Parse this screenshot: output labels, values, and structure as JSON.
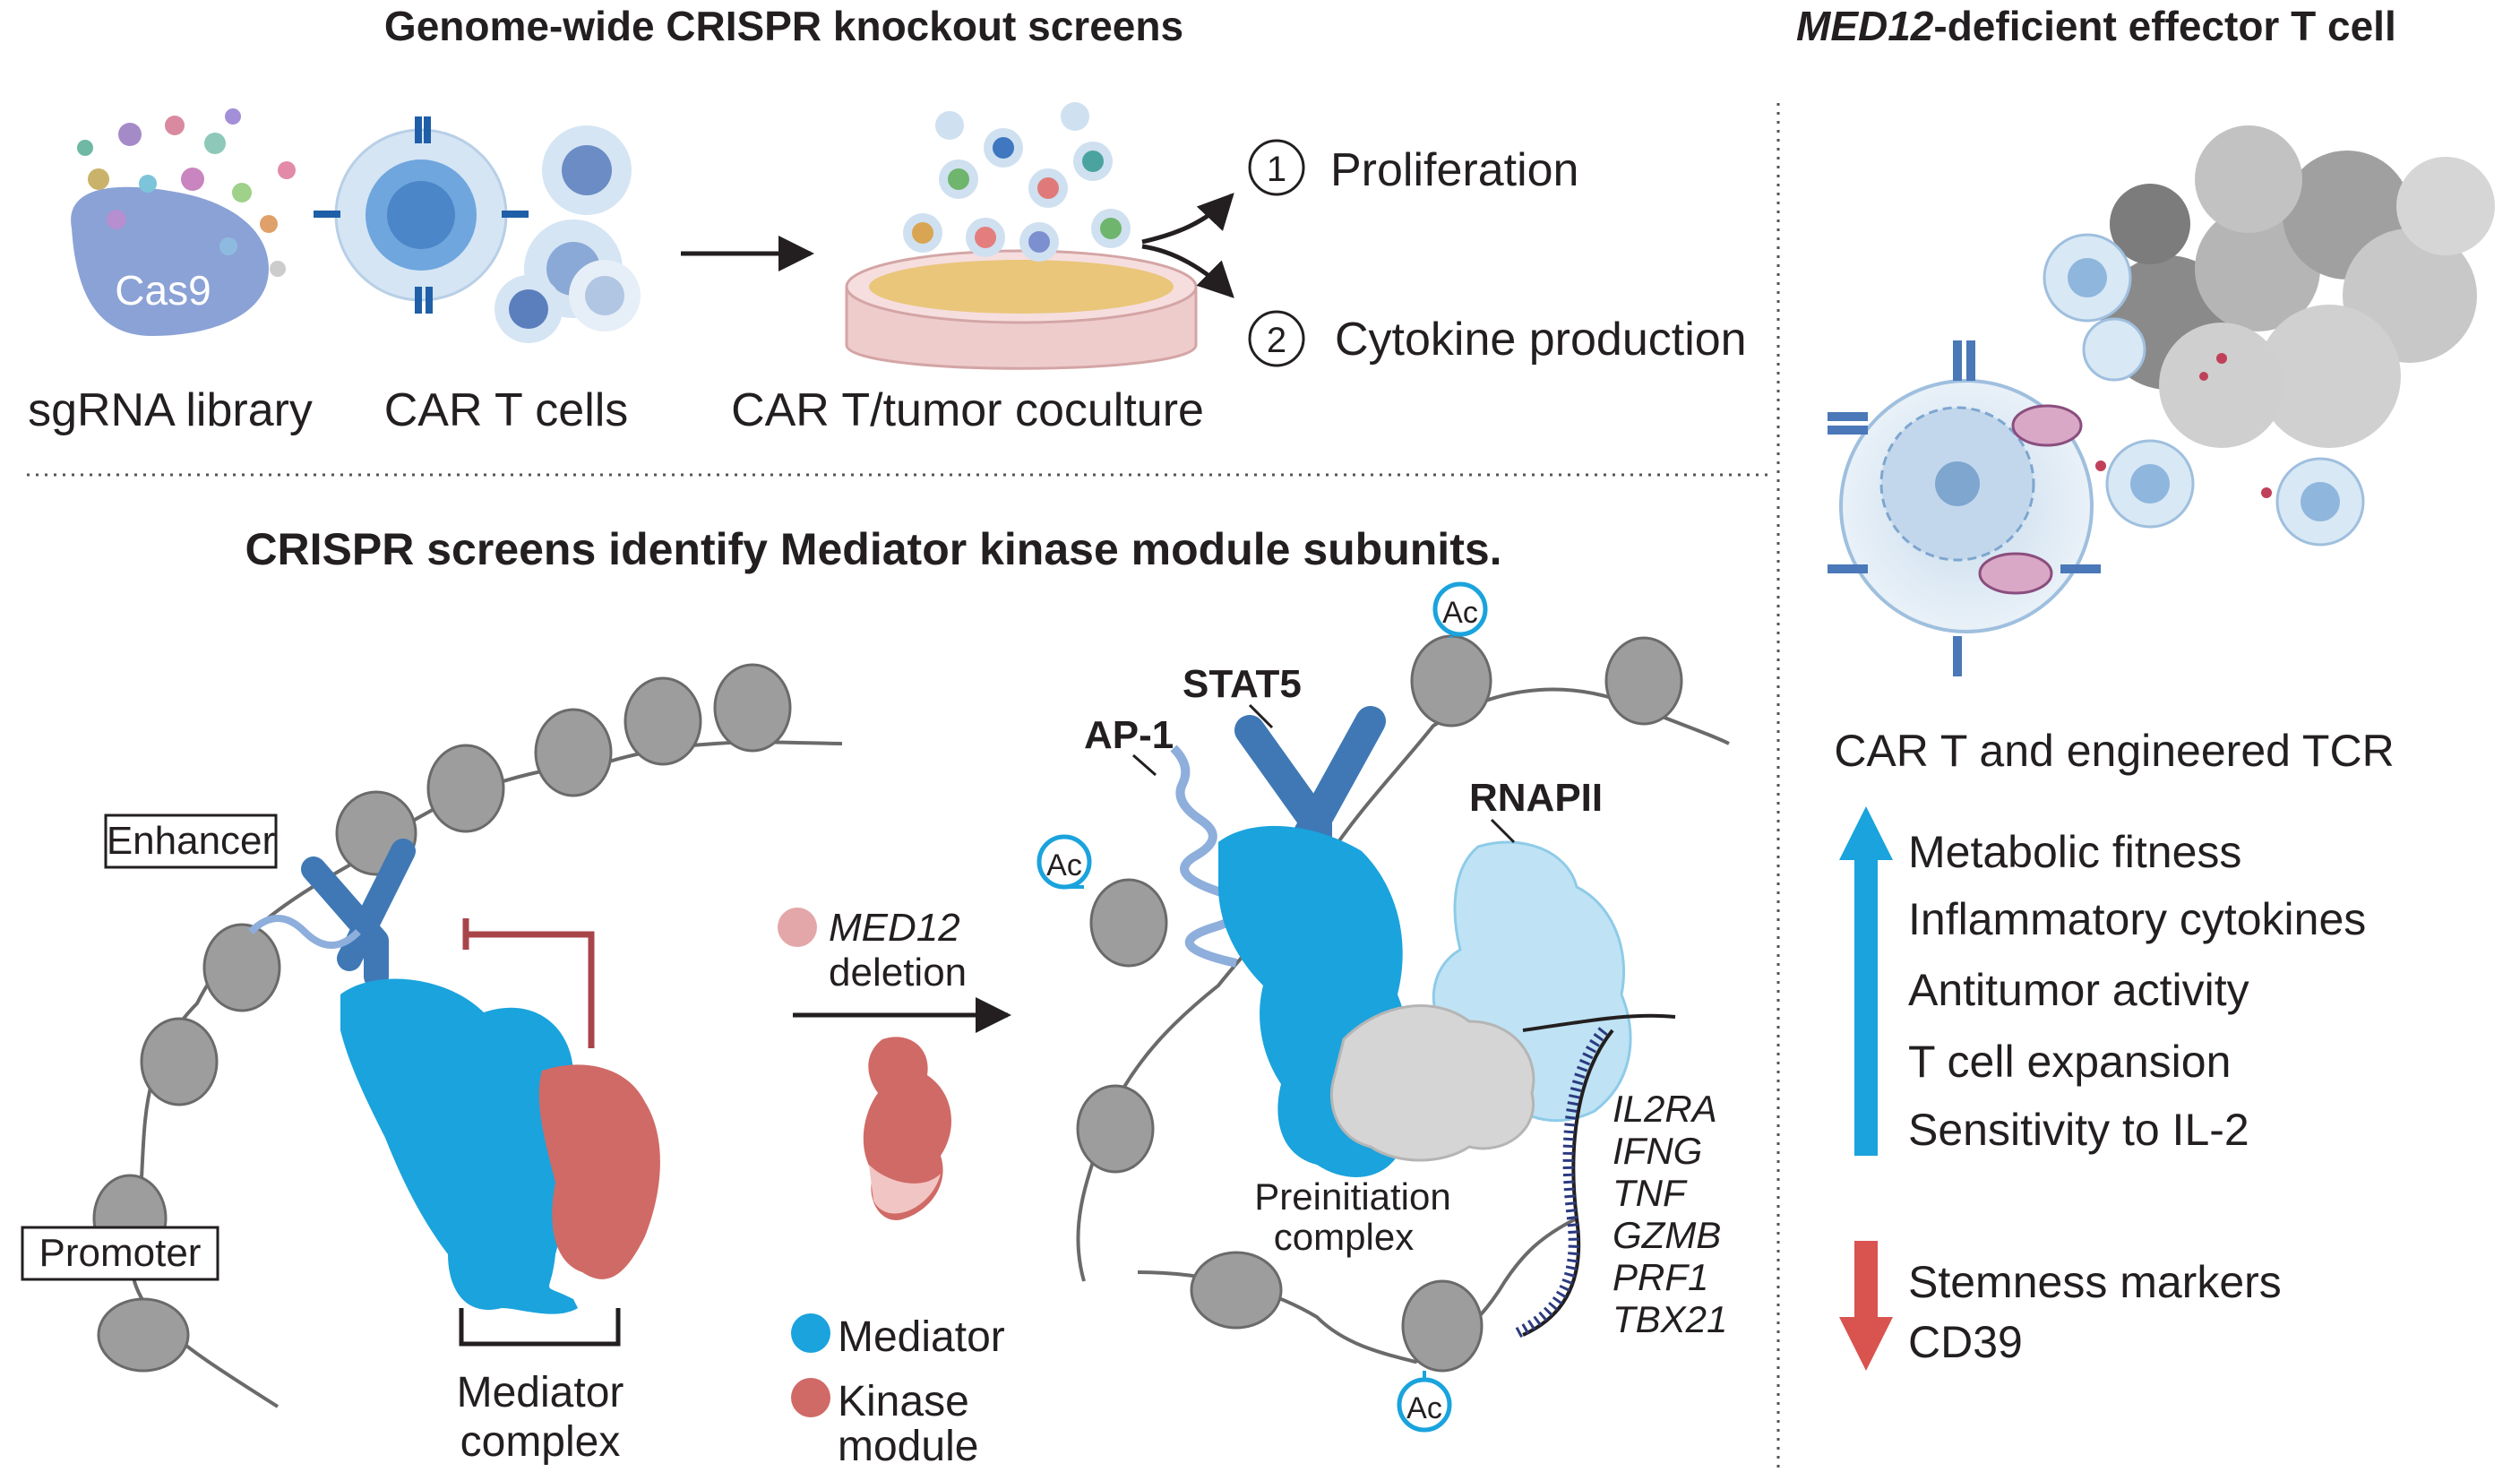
{
  "screens": {
    "title": "Genome-wide CRISPR knockout screens",
    "cas9_label": "Cas9",
    "library_label": "sgRNA library",
    "cells_label": "CAR T cells",
    "coculture_label": "CAR T/tumor coculture",
    "readouts": [
      {
        "number": "1",
        "label": "Proliferation"
      },
      {
        "number": "2",
        "label": "Cytokine production"
      }
    ]
  },
  "mechanism": {
    "title": "CRISPR screens identify Mediator kinase module subunits.",
    "enhancer_label": "Enhancer",
    "promoter_label": "Promoter",
    "mediator_complex_label": [
      "Mediator",
      "complex"
    ],
    "deletion_gene": "MED12",
    "deletion_label": "deletion",
    "legend": [
      {
        "label": [
          "Mediator"
        ],
        "color": "#1aa3dd"
      },
      {
        "label": [
          "Kinase",
          "module"
        ],
        "color": "#d06a66"
      }
    ],
    "ap1_label": "AP-1",
    "stat5_label": "STAT5",
    "rnapii_label": "RNAPII",
    "pic_label": [
      "Preinitiation",
      "complex"
    ],
    "ac_label": "Ac",
    "genes": [
      "IL2RA",
      "IFNG",
      "TNF",
      "GZMB",
      "PRF1",
      "TBX21"
    ]
  },
  "effector": {
    "title_gene": "MED12",
    "title_rest": "-deficient effector T cell",
    "car_label": "CAR T and engineered TCR",
    "up_items": [
      "Metabolic fitness",
      "Inflammatory cytokines",
      "Antitumor activity",
      "T cell expansion",
      "Sensitivity to IL-2"
    ],
    "down_items": [
      "Stemness markers",
      "CD39"
    ],
    "up_color": "#1aa3dd",
    "down_color": "#d9534f"
  },
  "colors": {
    "mediator_blue": "#1aa3dd",
    "kinase_red": "#d06a66",
    "nucleosome_gray": "#9d9d9d",
    "stat5_blue": "#3f78b5",
    "rnapii_light": "#bfe3f4",
    "inhibitor_red": "#a8454a",
    "dna_navy": "#2b3a80"
  }
}
